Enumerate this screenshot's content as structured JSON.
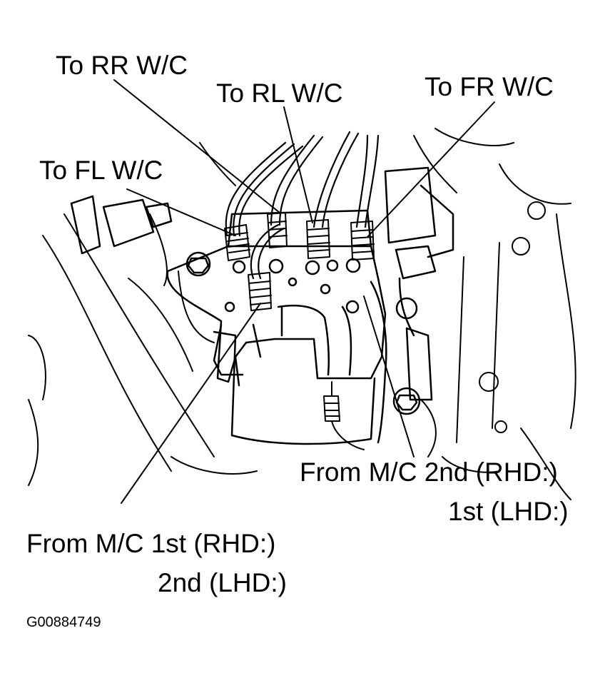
{
  "labels": {
    "rr": "To RR W/C",
    "rl": "To RL W/C",
    "fr": "To FR W/C",
    "fl": "To FL W/C",
    "mc2_line1": "From M/C 2nd (RHD:)",
    "mc2_line2": "1st (LHD:)",
    "mc1_line1": "From M/C 1st (RHD:)",
    "mc1_line2": "2nd (LHD:)"
  },
  "figure_id": "G00884749",
  "colors": {
    "ink": "#000000",
    "paper": "#ffffff"
  }
}
